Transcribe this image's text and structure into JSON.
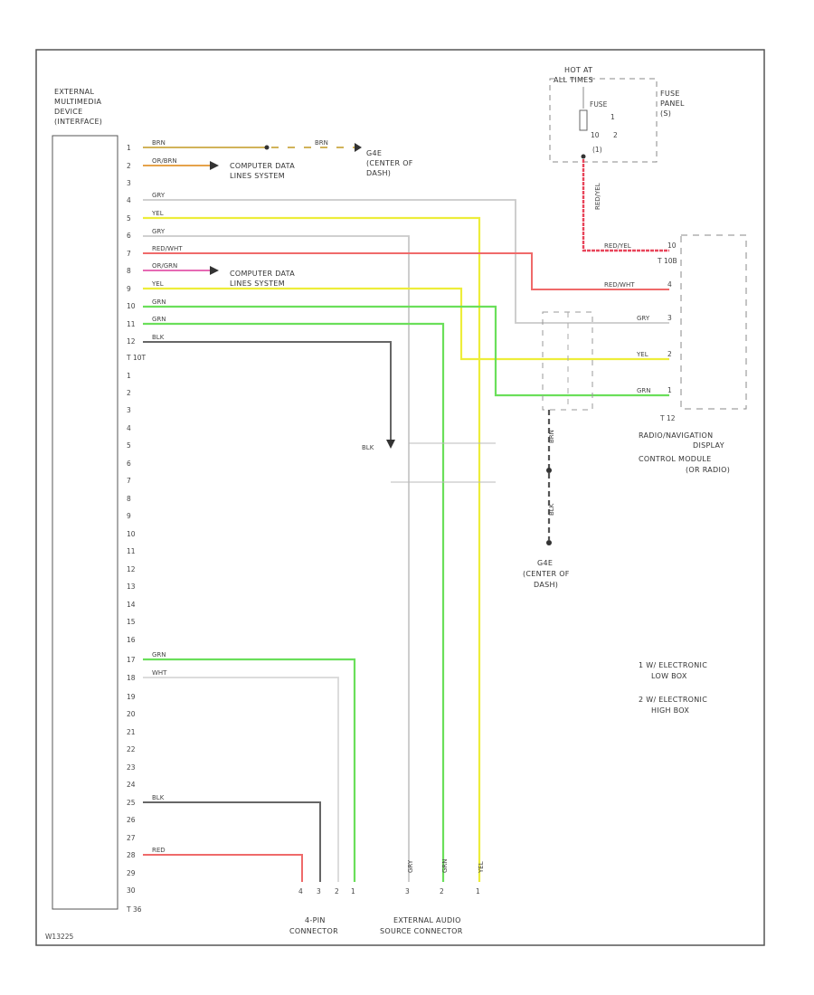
{
  "components": {
    "interface": [
      "EXTERNAL",
      "MULTIMEDIA",
      "DEVICE",
      "(INTERFACE)"
    ],
    "radio": [
      "RADIO/NAVIGATION",
      "DISPLAY",
      "CONTROL MODULE",
      "(OR RADIO)"
    ],
    "fuse_panel": [
      "FUSE",
      "PANEL",
      "(S)"
    ],
    "hot_at": [
      "HOT AT",
      "ALL TIMES"
    ],
    "fuse": "FUSE",
    "fuse_nums": [
      "1",
      "2",
      "10",
      "(1)"
    ],
    "ground_top": [
      "G4E",
      "(CENTER OF",
      "DASH)"
    ],
    "ground_mid": [
      "G4E",
      "(CENTER OF",
      "DASH)"
    ],
    "computer_data_1": [
      "COMPUTER DATA",
      "LINES SYSTEM"
    ],
    "computer_data_2": [
      "COMPUTER DATA",
      "LINES SYSTEM"
    ],
    "ipod": [
      "4-PIN",
      "CONNECTOR"
    ],
    "ext_audio": [
      "EXTERNAL AUDIO",
      "SOURCE CONNECTOR"
    ]
  },
  "connectors": {
    "t10": "T 10T",
    "t36": "T 36",
    "t10b": "T 10B",
    "t12": "T 12"
  },
  "pins_top": [
    "1",
    "2",
    "3",
    "4",
    "5",
    "6",
    "7",
    "8",
    "9",
    "10",
    "11",
    "12"
  ],
  "pins_bottom": [
    "1",
    "2",
    "3",
    "4",
    "5",
    "6",
    "7",
    "8",
    "9",
    "10",
    "11",
    "12",
    "13",
    "14",
    "15",
    "16",
    "17",
    "18",
    "19",
    "20",
    "21",
    "22",
    "23",
    "24",
    "25",
    "26",
    "27",
    "28",
    "29",
    "30"
  ],
  "wires": {
    "w1": "BRN",
    "w2": "OR/BRN",
    "w4": "GRY",
    "w5": "YEL",
    "w6": "GRY",
    "w7": "RED/WHT",
    "w8": "OR/GRN",
    "w9": "YEL",
    "w10": "GRN",
    "w11": "GRN",
    "w12": "BLK",
    "b17": "GRN",
    "b18": "WHT",
    "b25": "BLK",
    "b28": "RED",
    "ground_wire": "BRN",
    "blk_splice": "BLK",
    "fuse_wire": "RED/YEL",
    "r_redyel": "RED/YEL",
    "r_redwht": "RED/WHT",
    "r_gry": "GRY",
    "r_yel": "YEL",
    "r_grn": "GRN",
    "g_brn": "BRN",
    "g_blk": "BLK",
    "e_gry": "GRY",
    "e_grn": "GRN",
    "e_yel": "YEL"
  },
  "radio_pins": [
    "10",
    "4",
    "3",
    "2",
    "1"
  ],
  "conn_pins": {
    "ipod": [
      "4",
      "3",
      "2",
      "1"
    ],
    "ext": [
      "3",
      "2",
      "1"
    ]
  },
  "notes": [
    "1  W/ ELECTRONIC",
    "LOW BOX",
    "2  W/ ELECTRONIC",
    "HIGH BOX"
  ],
  "footer": "W13225"
}
